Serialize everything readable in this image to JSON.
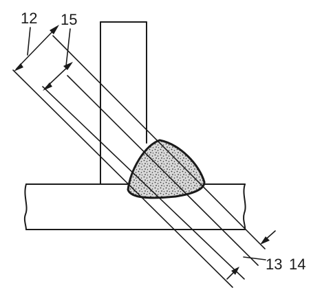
{
  "labels": {
    "label_12": "12",
    "label_15": "15",
    "label_13": "13",
    "label_14": "14"
  },
  "colors": {
    "ink": "#1a1a1a",
    "paper": "#ffffff"
  }
}
